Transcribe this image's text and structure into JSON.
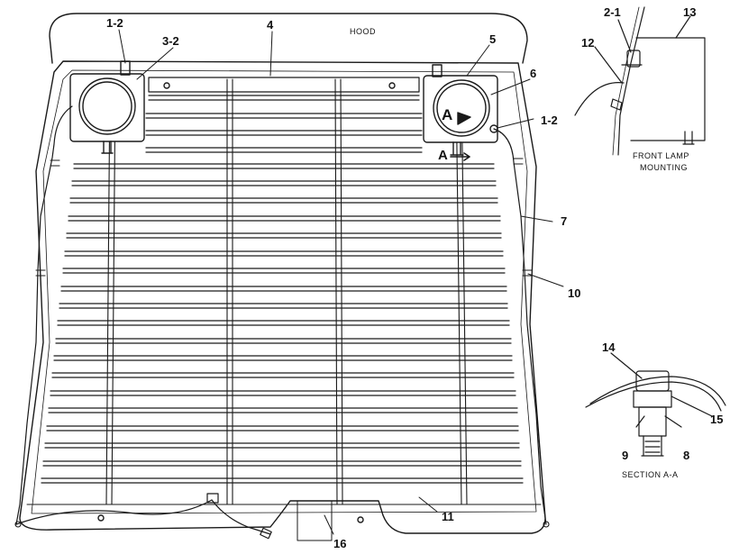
{
  "title": "",
  "labels": {
    "hood": "HOOD",
    "front_lamp_line1": "FRONT LAMP",
    "front_lamp_line2": "MOUNTING",
    "section": "SECTION A-A",
    "view_a1": "A",
    "view_a2": "A"
  },
  "callouts": {
    "c1_2_left": "1-2",
    "c3_2": "3-2",
    "c4": "4",
    "c5": "5",
    "c6": "6",
    "c1_2_right": "1-2",
    "c7": "7",
    "c10": "10",
    "c11": "11",
    "c16": "16",
    "c2_1": "2-1",
    "c12": "12",
    "c13": "13",
    "c14": "14",
    "c15": "15",
    "c9": "9",
    "c8": "8"
  },
  "colors": {
    "line": "#1a1a1a",
    "background": "#ffffff"
  }
}
